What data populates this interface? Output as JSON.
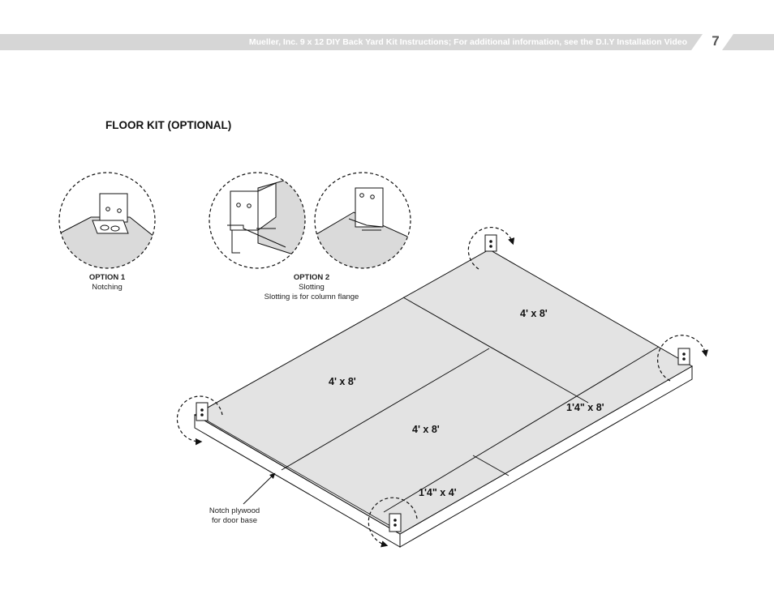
{
  "header": {
    "text": "Mueller, Inc. 9 x 12 DIY Back Yard Kit Instructions; For additional information, see the D.I.Y Installation Video",
    "page_number": "7"
  },
  "section_title": "FLOOR KIT (OPTIONAL)",
  "option1": {
    "title": "OPTION 1",
    "subtitle": "Notching"
  },
  "option2": {
    "title": "OPTION 2",
    "subtitle": "Slotting",
    "note": "Slotting is for column flange"
  },
  "panels": {
    "back_right": "4' x 8'",
    "left": "4' x 8'",
    "center": "4' x 8'",
    "right_strip": "1'4\" x 8'",
    "front_strip": "1'4\" x 4'"
  },
  "callout": {
    "line1": "Notch plywood",
    "line2": "for door base"
  },
  "colors": {
    "band": "#d9d9d9",
    "plywood": "#e3e3e3",
    "line": "#1a1a1a"
  }
}
